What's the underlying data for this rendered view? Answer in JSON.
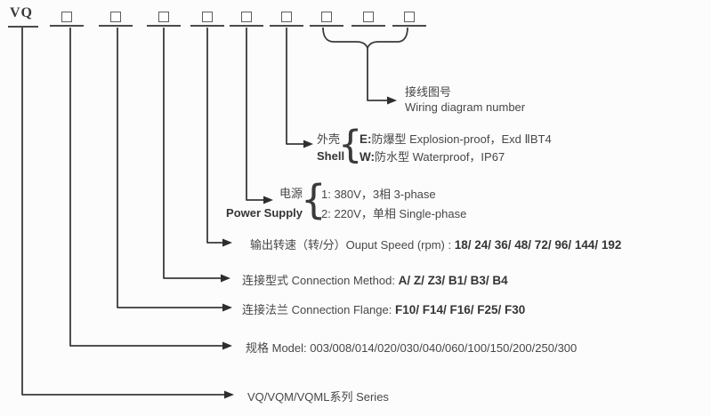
{
  "header": {
    "prefix": "VQ"
  },
  "legend": {
    "wiring": {
      "zh": "接线图号",
      "en": "Wiring diagram number"
    },
    "shell": {
      "label_zh": "外壳",
      "label_en": "Shell",
      "option_e_prefix": "E:",
      "option_e": "防爆型 Explosion-proof，Exd ⅡBT4",
      "option_w_prefix": "W:",
      "option_w": "防水型 Waterproof，IP67"
    },
    "power": {
      "label_zh": "电源",
      "label_en": "Power Supply",
      "option_1": "1: 380V，3相 3-phase",
      "option_2": "2: 220V，单相 Single-phase"
    },
    "speed": {
      "label": "输出转速（转/分）Ouput Speed (rpm) : ",
      "values": "18/ 24/ 36/ 48/ 72/ 96/ 144/ 192"
    },
    "method": {
      "label": "连接型式 Connection Method: ",
      "values": "A/ Z/ Z3/ B1/ B3/ B4"
    },
    "flange": {
      "label": "连接法兰 Connection Flange: ",
      "values": "F10/ F14/ F16/ F25/ F30"
    },
    "model": {
      "label": "规格 Model: ",
      "values": "003/008/014/020/030/040/060/100/150/200/250/300"
    },
    "series": {
      "label": "VQ/VQM/VQML系列 Series"
    }
  }
}
